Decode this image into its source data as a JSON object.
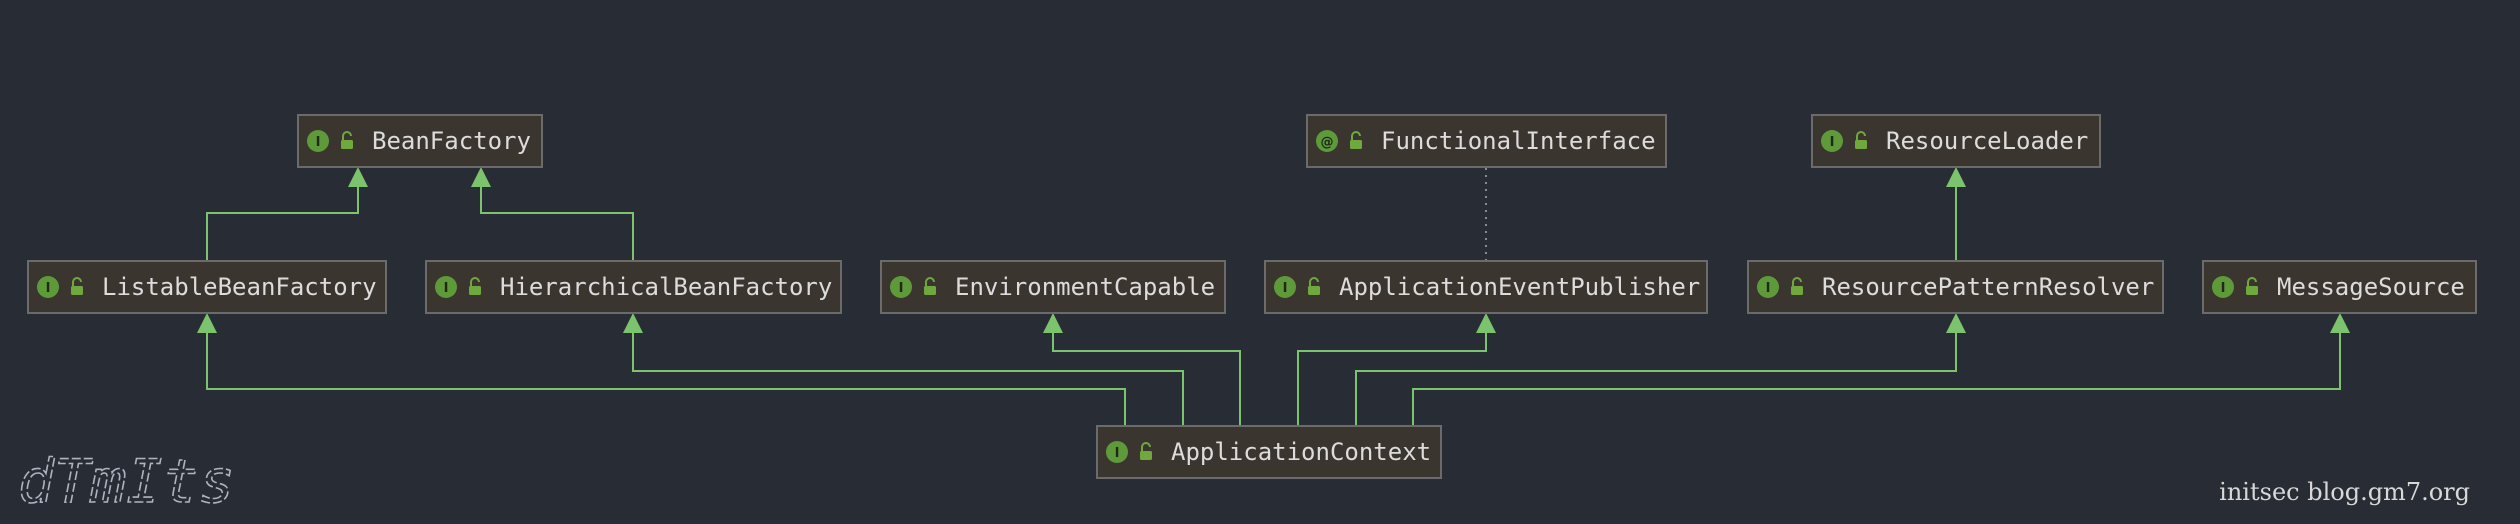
{
  "nodes": [
    {
      "id": "BeanFactory",
      "label": "BeanFactory",
      "badge": "I"
    },
    {
      "id": "FunctionalInterface",
      "label": "FunctionalInterface",
      "badge": "@"
    },
    {
      "id": "ResourceLoader",
      "label": "ResourceLoader",
      "badge": "I"
    },
    {
      "id": "ListableBeanFactory",
      "label": "ListableBeanFactory",
      "badge": "I"
    },
    {
      "id": "HierarchicalBeanFactory",
      "label": "HierarchicalBeanFactory",
      "badge": "I"
    },
    {
      "id": "EnvironmentCapable",
      "label": "EnvironmentCapable",
      "badge": "I"
    },
    {
      "id": "ApplicationEventPublisher",
      "label": "ApplicationEventPublisher",
      "badge": "I"
    },
    {
      "id": "ResourcePatternResolver",
      "label": "ResourcePatternResolver",
      "badge": "I"
    },
    {
      "id": "MessageSource",
      "label": "MessageSource",
      "badge": "I"
    },
    {
      "id": "ApplicationContext",
      "label": "ApplicationContext",
      "badge": "I"
    }
  ],
  "edges": [
    {
      "from": "ListableBeanFactory",
      "to": "BeanFactory",
      "style": "extends"
    },
    {
      "from": "HierarchicalBeanFactory",
      "to": "BeanFactory",
      "style": "extends"
    },
    {
      "from": "ResourcePatternResolver",
      "to": "ResourceLoader",
      "style": "extends"
    },
    {
      "from": "ApplicationEventPublisher",
      "to": "FunctionalInterface",
      "style": "annotation"
    },
    {
      "from": "ApplicationContext",
      "to": "ListableBeanFactory",
      "style": "extends"
    },
    {
      "from": "ApplicationContext",
      "to": "HierarchicalBeanFactory",
      "style": "extends"
    },
    {
      "from": "ApplicationContext",
      "to": "EnvironmentCapable",
      "style": "extends"
    },
    {
      "from": "ApplicationContext",
      "to": "ApplicationEventPublisher",
      "style": "extends"
    },
    {
      "from": "ApplicationContext",
      "to": "ResourcePatternResolver",
      "style": "extends"
    },
    {
      "from": "ApplicationContext",
      "to": "MessageSource",
      "style": "extends"
    }
  ],
  "watermark": {
    "logo_text": "dTmIts",
    "right_text": "initsec blog.gm7.org"
  },
  "colors": {
    "background": "#282c34",
    "node_fill": "#3b3530",
    "edge": "#7cc36e",
    "badge": "#5e9a3a"
  }
}
